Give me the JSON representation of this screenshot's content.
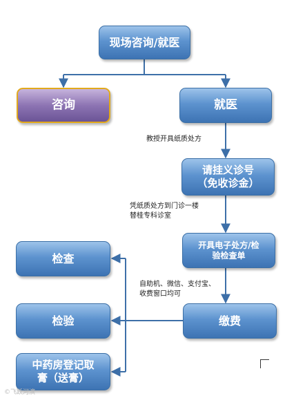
{
  "nodes": {
    "onsite": "现场咨询/就医",
    "consult": "咨询",
    "visit": "就医",
    "register_line1": "请挂义诊号",
    "register_line2": "（免收诊金）",
    "prescribe_line1": "开具电子处方/检",
    "prescribe_line2": "验检查单",
    "payment": "缴费",
    "exam": "检查",
    "lab_test": "检验",
    "herbal_line1": "中药房登记取",
    "herbal_line2": "膏（送膏）"
  },
  "notes": {
    "paper_prescription": "教授开具纸质处方",
    "clinic_line1": "凭纸质处方到门诊一楼",
    "clinic_line2": "替桂专科诊室",
    "payment_line1": "自助机、微信、支付宝、",
    "payment_line2": "收费窗口均可"
  },
  "colors": {
    "box_blue": "#4f86c6",
    "box_purple": "#8d74b3",
    "purple_border": "#e2a91b",
    "connector": "#3d6fa8"
  },
  "watermark": "©飞跃河滨"
}
